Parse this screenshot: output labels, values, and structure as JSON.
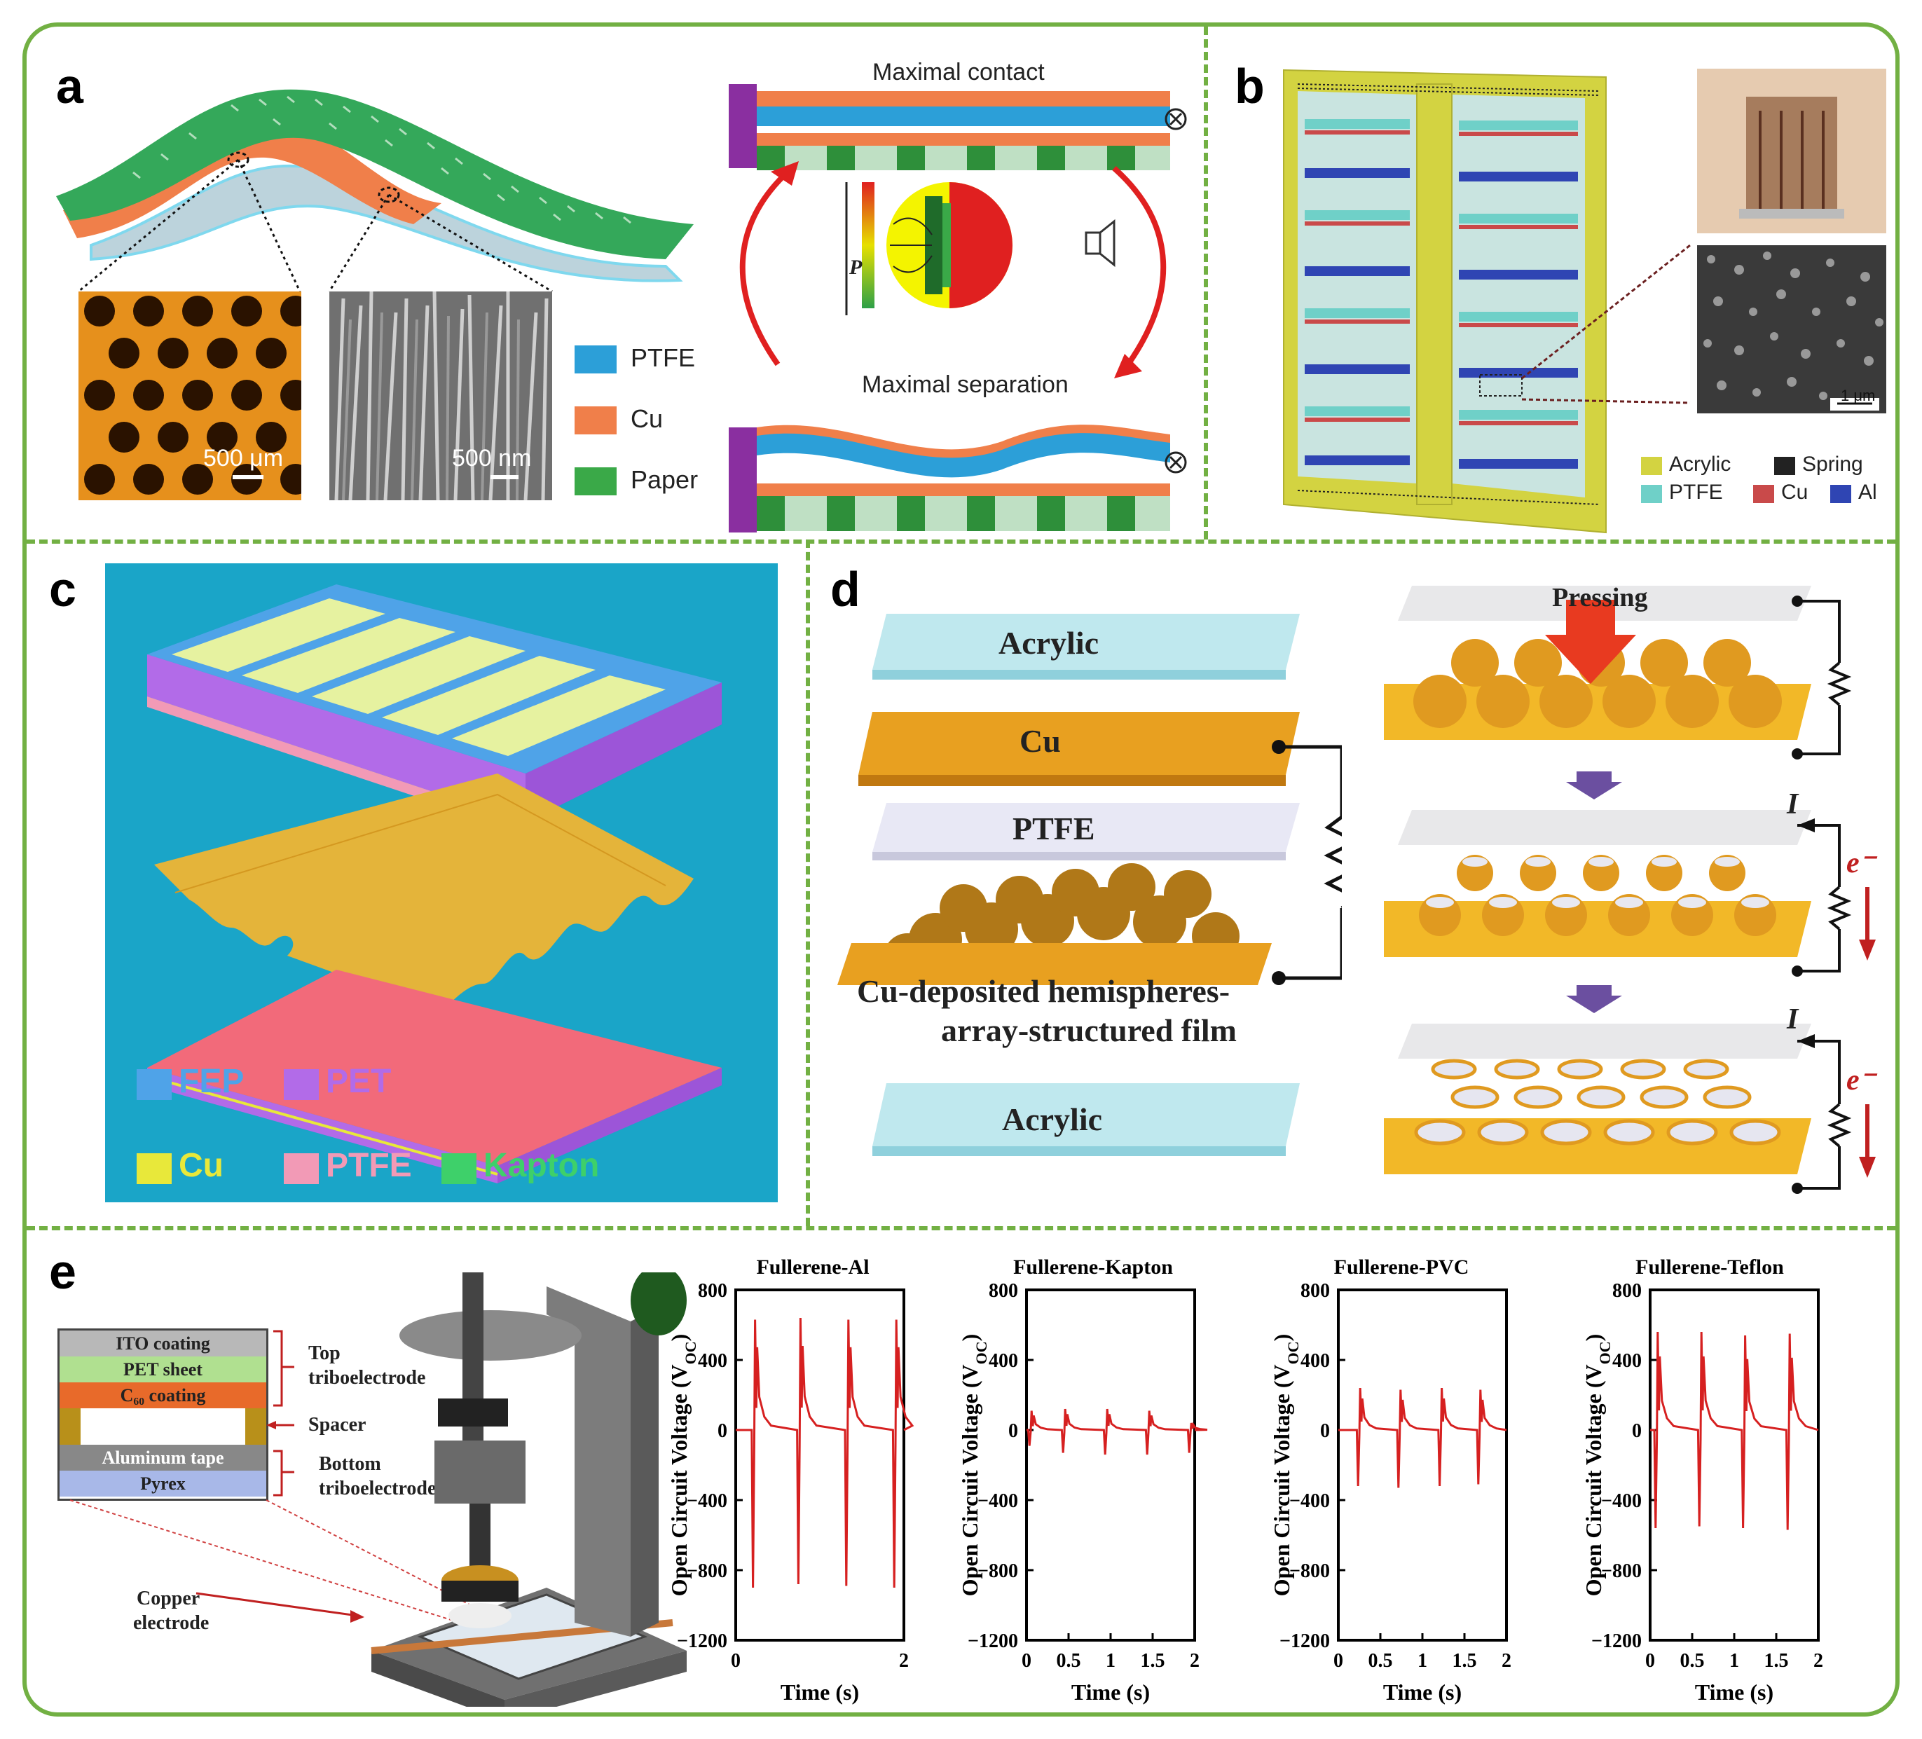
{
  "panels": {
    "a": {
      "label": "a",
      "scale1": "500 μm",
      "scale2": "500 nm",
      "legend": [
        {
          "name": "PTFE",
          "color": "#2c9fd8"
        },
        {
          "name": "Cu",
          "color": "#f07f4a"
        },
        {
          "name": "Paper",
          "color": "#3aa948"
        }
      ],
      "top_title": "Maximal contact",
      "bottom_title": "Maximal separation",
      "p_symbol": "P"
    },
    "b": {
      "label": "b",
      "scale": "1 μm",
      "legend": [
        {
          "name": "Acrylic",
          "color": "#d3d341"
        },
        {
          "name": "Spring",
          "color": "#222222"
        },
        {
          "name": "PTFE",
          "color": "#6fd0c8"
        },
        {
          "name": "Cu",
          "color": "#c94a4a"
        },
        {
          "name": "Al",
          "color": "#2f45b3"
        }
      ]
    },
    "c": {
      "label": "c",
      "legend": [
        {
          "name": "FEP",
          "color": "#4fa3e8"
        },
        {
          "name": "PET",
          "color": "#b26be8"
        },
        {
          "name": "Cu",
          "color": "#e8e83a"
        },
        {
          "name": "PTFE",
          "color": "#f29ab6"
        },
        {
          "name": "Kapton",
          "color": "#3ed06a"
        }
      ]
    },
    "d": {
      "label": "d",
      "layers": [
        "Acrylic",
        "Cu",
        "PTFE",
        "Cu-deposited hemispheres-",
        "array-structured film",
        "Acrylic"
      ],
      "pressing": "Pressing",
      "current": "I",
      "electron": "e⁻"
    },
    "e": {
      "label": "e",
      "stack": [
        "ITO coating",
        "PET sheet",
        "C₆₀ coating",
        "",
        "Aluminum tape",
        "Pyrex"
      ],
      "annotations": {
        "top": [
          "Top",
          "triboelectrode"
        ],
        "spacer": "Spacer",
        "bottom": [
          "Bottom",
          "triboelectrode"
        ],
        "copper": [
          "Copper",
          "electrode"
        ]
      }
    }
  },
  "chart_data": [
    {
      "type": "line",
      "title": "Fullerene-Al",
      "xlabel": "Time (s)",
      "ylabel": "Open Circuit Voltage (V",
      "ylabel_sub": "OC",
      "xlim": [
        0,
        2
      ],
      "ylim": [
        -1200,
        800
      ],
      "xticks": [
        "0",
        "2"
      ],
      "xtick_values": [
        0,
        2
      ],
      "yticks": [
        "800",
        "400",
        "0",
        "−400",
        "−800",
        "−1200"
      ],
      "ytick_values": [
        800,
        400,
        0,
        -400,
        -800,
        -1200
      ],
      "color": "#d62020",
      "peaks": [
        {
          "t": 0.22,
          "down": -900,
          "up": 630
        },
        {
          "t": 0.76,
          "down": -880,
          "up": 640
        },
        {
          "t": 1.33,
          "down": -890,
          "up": 630
        },
        {
          "t": 1.9,
          "down": -900,
          "up": 630
        }
      ]
    },
    {
      "type": "line",
      "title": "Fullerene-Kapton",
      "xlabel": "Time (s)",
      "ylabel": "Open Circuit Voltage (V",
      "ylabel_sub": "OC",
      "xlim": [
        0,
        2
      ],
      "ylim": [
        -1200,
        800
      ],
      "xticks": [
        "0",
        "0.5",
        "1",
        "1.5",
        "2"
      ],
      "xtick_values": [
        0,
        0.5,
        1,
        1.5,
        2
      ],
      "yticks": [
        "800",
        "400",
        "0",
        "−400",
        "−800",
        "−1200"
      ],
      "ytick_values": [
        800,
        400,
        0,
        -400,
        -800,
        -1200
      ],
      "color": "#d62020",
      "peaks": [
        {
          "t": 0.05,
          "down": -90,
          "up": 110
        },
        {
          "t": 0.45,
          "down": -130,
          "up": 120
        },
        {
          "t": 0.95,
          "down": -140,
          "up": 120
        },
        {
          "t": 1.45,
          "down": -140,
          "up": 110
        },
        {
          "t": 1.95,
          "down": -130,
          "up": 40
        }
      ]
    },
    {
      "type": "line",
      "title": "Fullerene-PVC",
      "xlabel": "Time (s)",
      "ylabel": "Open Circuit Voltage (V",
      "ylabel_sub": "OC",
      "xlim": [
        0,
        2
      ],
      "ylim": [
        -1200,
        800
      ],
      "xticks": [
        "0",
        "0.5",
        "1",
        "1.5",
        "2"
      ],
      "xtick_values": [
        0,
        0.5,
        1,
        1.5,
        2
      ],
      "yticks": [
        "800",
        "400",
        "0",
        "−400",
        "−800",
        "−1200"
      ],
      "ytick_values": [
        800,
        400,
        0,
        -400,
        -800,
        -1200
      ],
      "color": "#d62020",
      "peaks": [
        {
          "t": 0.25,
          "down": -320,
          "up": 240
        },
        {
          "t": 0.73,
          "down": -330,
          "up": 230
        },
        {
          "t": 1.22,
          "down": -320,
          "up": 240
        },
        {
          "t": 1.68,
          "down": -310,
          "up": 230
        }
      ]
    },
    {
      "type": "line",
      "title": "Fullerene-Teflon",
      "xlabel": "Time (s)",
      "ylabel": "Open Circuit Voltage (V",
      "ylabel_sub": "OC",
      "xlim": [
        0,
        2
      ],
      "ylim": [
        -1200,
        800
      ],
      "xticks": [
        "0",
        "0.5",
        "1",
        "1.5",
        "2"
      ],
      "xtick_values": [
        0,
        0.5,
        1,
        1.5,
        2
      ],
      "yticks": [
        "800",
        "400",
        "0",
        "−400",
        "−800",
        "−1200"
      ],
      "ytick_values": [
        800,
        400,
        0,
        -400,
        -800,
        -1200
      ],
      "color": "#d62020",
      "peaks": [
        {
          "t": 0.08,
          "down": -560,
          "up": 560
        },
        {
          "t": 0.6,
          "down": -550,
          "up": 560
        },
        {
          "t": 1.12,
          "down": -560,
          "up": 540
        },
        {
          "t": 1.65,
          "down": -570,
          "up": 550
        }
      ]
    }
  ]
}
